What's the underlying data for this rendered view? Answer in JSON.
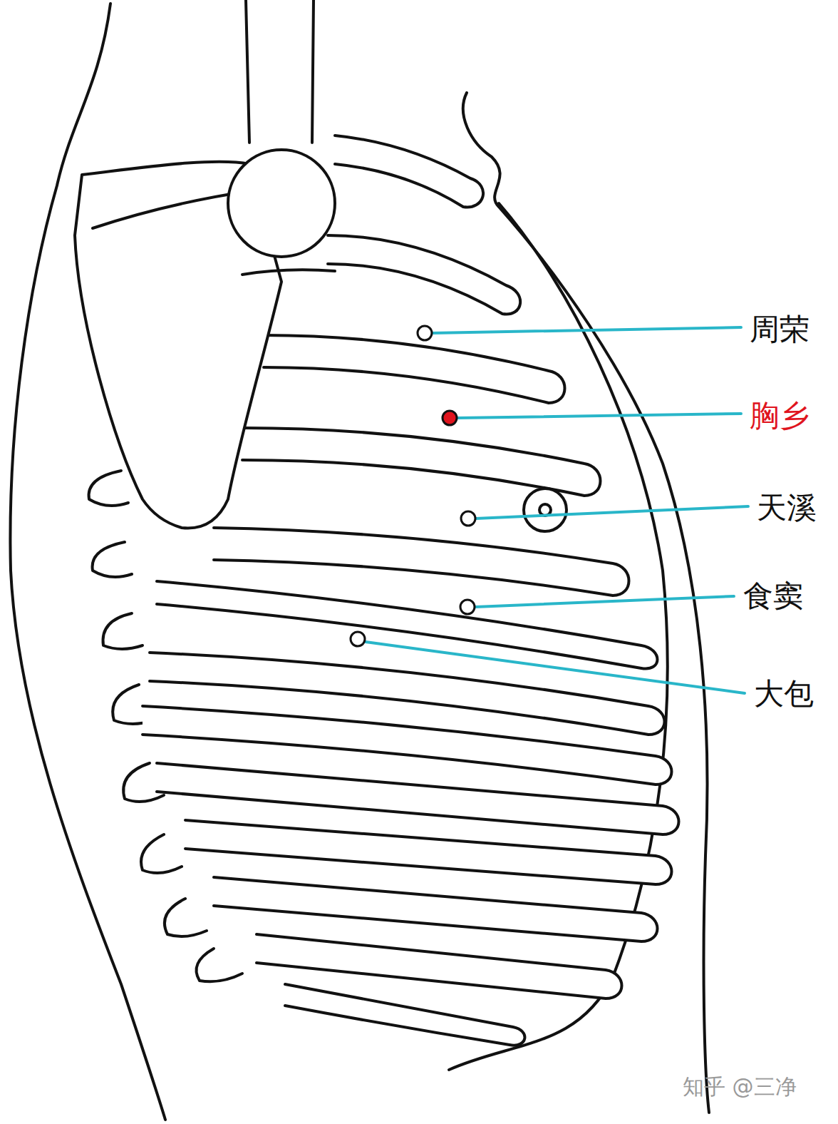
{
  "diagram": {
    "labels": [
      "周荣",
      "胸乡",
      "天溪",
      "食窦",
      "大包",
      "知乎 @三净"
    ]
  }
}
